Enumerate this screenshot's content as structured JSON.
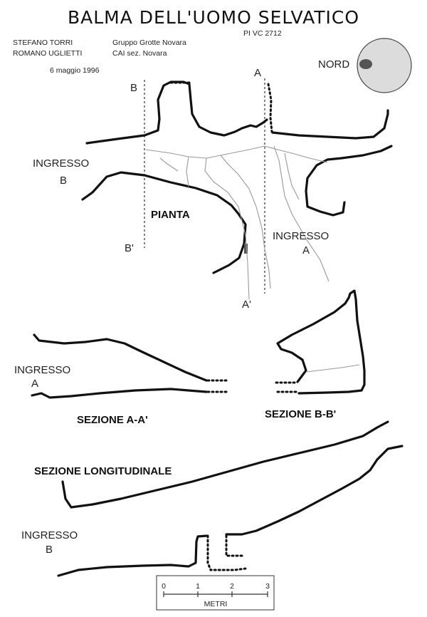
{
  "title": "BALMA DELL'UOMO SELVATICO",
  "authors": [
    {
      "name": "STEFANO TORRI",
      "group": "Gruppo Grotte Novara"
    },
    {
      "name": "ROMANO UGLIETTI",
      "group": "CAI sez. Novara"
    }
  ],
  "date": "6 maggio 1996",
  "cadastre": "PI VC 2712",
  "north_label": "NORD",
  "plan": {
    "label": "PIANTA",
    "line_a_start": "A",
    "line_a_end": "A'",
    "line_b_start": "B",
    "line_b_end": "B'",
    "entrance_b": [
      "INGRESSO",
      "B"
    ],
    "entrance_a": [
      "INGRESSO",
      "A"
    ]
  },
  "section_aa": {
    "label": "SEZIONE A-A'",
    "entrance": [
      "INGRESSO",
      "A"
    ]
  },
  "section_bb": {
    "label": "SEZIONE B-B'"
  },
  "section_long": {
    "label": "SEZIONE LONGITUDINALE",
    "entrance": [
      "INGRESSO",
      "B"
    ]
  },
  "scale": {
    "ticks": [
      "0",
      "1",
      "2",
      "3"
    ],
    "unit": "METRI"
  },
  "colors": {
    "ink": "#111111",
    "compass_fill": "#dcdcdc",
    "north_marker": "#555555"
  }
}
